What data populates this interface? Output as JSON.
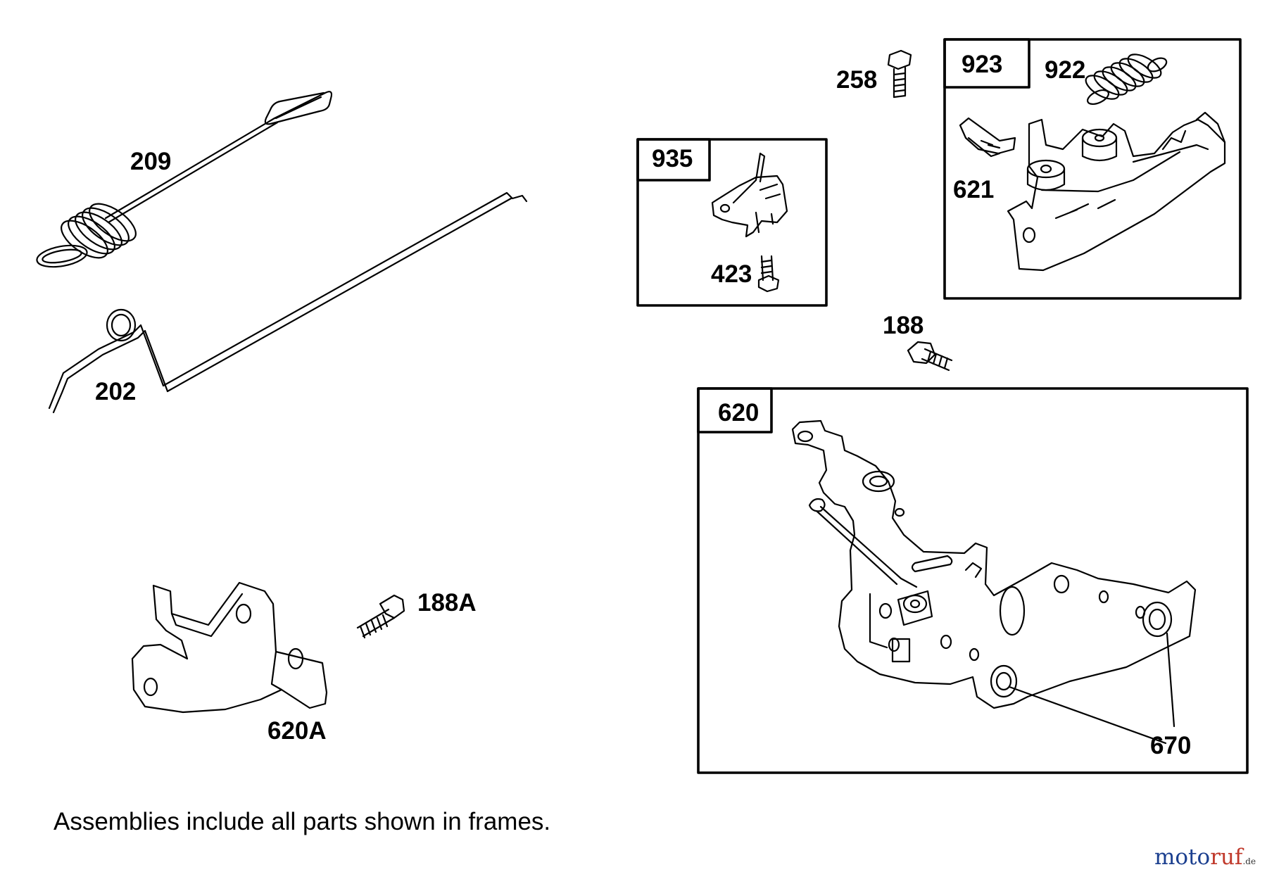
{
  "labels": {
    "p209": "209",
    "p202": "202",
    "p620A": "620A",
    "p188A": "188A",
    "p258": "258",
    "p935": "935",
    "p423": "423",
    "p923": "923",
    "p922": "922",
    "p621": "621",
    "p188": "188",
    "p620": "620",
    "p670": "670"
  },
  "note": "Assemblies include all parts shown in frames.",
  "watermark": {
    "part1": "moto",
    "part2": "ruf",
    "suffix": ".de"
  }
}
